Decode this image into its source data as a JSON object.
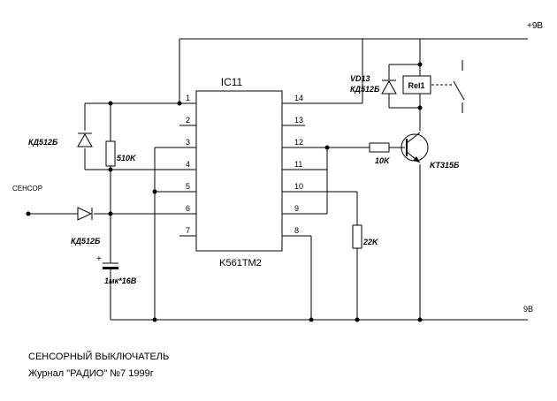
{
  "ic": {
    "ref": "IC11",
    "part": "K561TM2",
    "pins_left": [
      "1",
      "2",
      "3",
      "4",
      "5",
      "6",
      "7"
    ],
    "pins_right": [
      "14",
      "13",
      "12",
      "11",
      "10",
      "9",
      "8"
    ]
  },
  "components": {
    "r1": "510K",
    "r2": "10K",
    "r3": "22K",
    "d_top_left": "КД512Б",
    "d_sensor": "КД512Б",
    "d_relay_ref": "VD13",
    "d_relay_type": "КД512Б",
    "cap": "1мк*16В",
    "cap_plus": "+",
    "transistor": "KT315Б",
    "relay": "Rel1"
  },
  "rails": {
    "plus": "+9B",
    "minus": "9B"
  },
  "input_label": "СЕНСОР",
  "caption": {
    "title": "СЕНСОРНЫЙ ВЫКЛЮЧАТЕЛЬ",
    "source": "Журнал \"РАДИО\" №7 1999г"
  }
}
